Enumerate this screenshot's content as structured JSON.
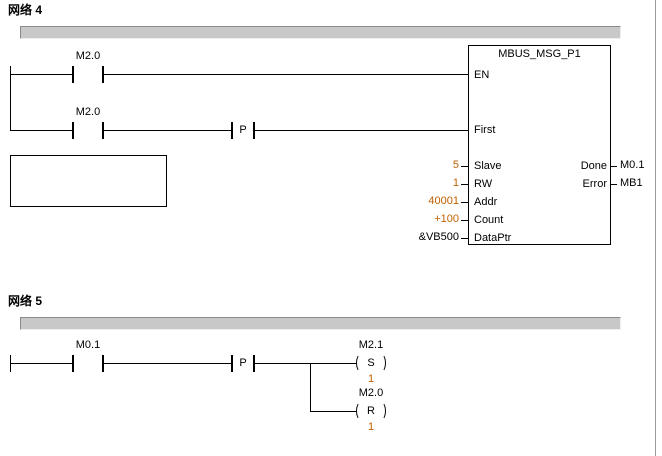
{
  "colors": {
    "constant": "#c05f00",
    "network_bar": "#c8c8c8"
  },
  "network4": {
    "title": "网络 4",
    "rung1": {
      "contact": "M2.0"
    },
    "rung2": {
      "contact": "M2.0",
      "edge": "P"
    },
    "block": {
      "title": "MBUS_MSG_P1",
      "en_label": "EN",
      "first_label": "First",
      "params": [
        {
          "label": "Slave",
          "value": "5"
        },
        {
          "label": "RW",
          "value": "1"
        },
        {
          "label": "Addr",
          "value": "40001"
        },
        {
          "label": "Count",
          "value": "+100"
        },
        {
          "label": "DataPtr",
          "value": "&VB500"
        }
      ],
      "outputs": [
        {
          "label": "Done",
          "operand": "M0.1"
        },
        {
          "label": "Error",
          "operand": "MB1"
        }
      ]
    }
  },
  "network5": {
    "title": "网络 5",
    "rung": {
      "contact": "M0.1",
      "edge": "P"
    },
    "coils": [
      {
        "address": "M2.1",
        "function": "S",
        "value": "1"
      },
      {
        "address": "M2.0",
        "function": "R",
        "value": "1"
      }
    ]
  }
}
